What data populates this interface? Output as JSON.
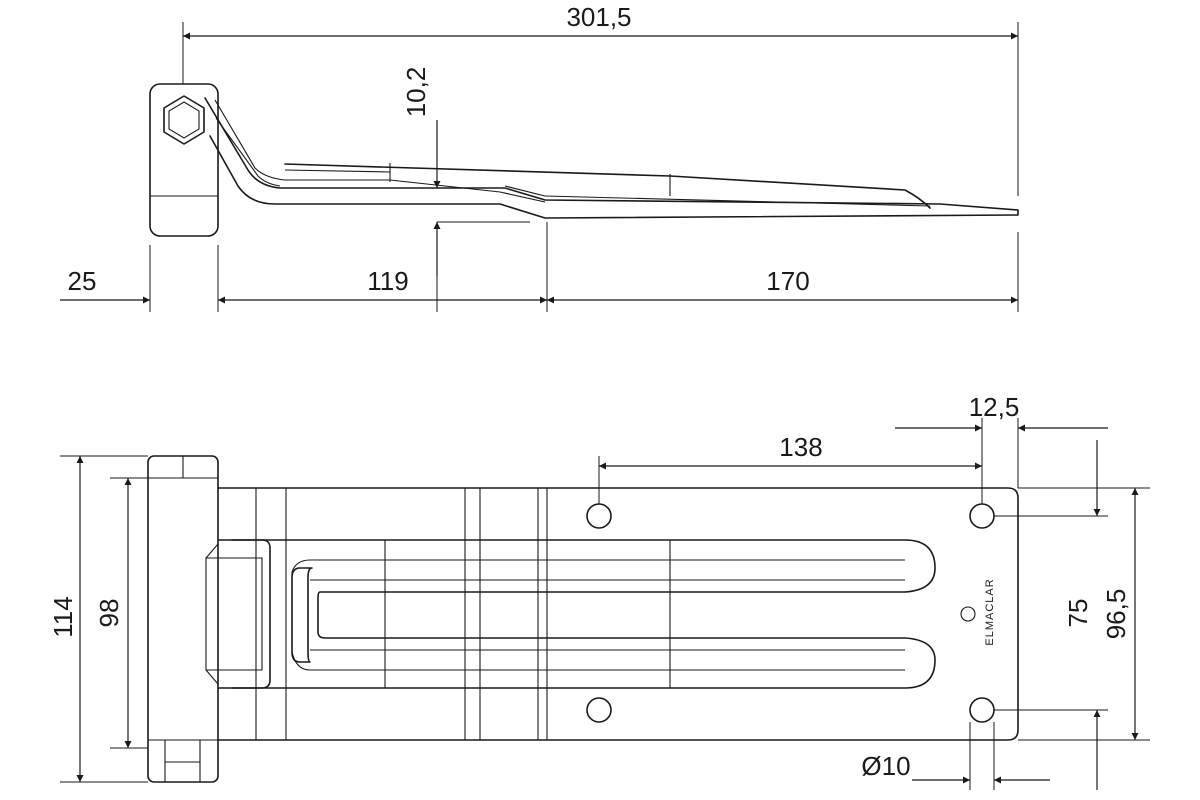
{
  "dimensions": {
    "overall_length": "301,5",
    "thickness": "10,2",
    "knuckle_width": "25",
    "middle_length": "119",
    "leaf_length": "170",
    "hole_spacing_horizontal": "138",
    "edge_offset": "12,5",
    "overall_height": "114",
    "knuckle_height": "98",
    "hole_spacing_vertical": "75",
    "leaf_height": "96,5",
    "hole_diameter": "Ø10"
  },
  "brand": {
    "text": "ELMACLAR"
  }
}
